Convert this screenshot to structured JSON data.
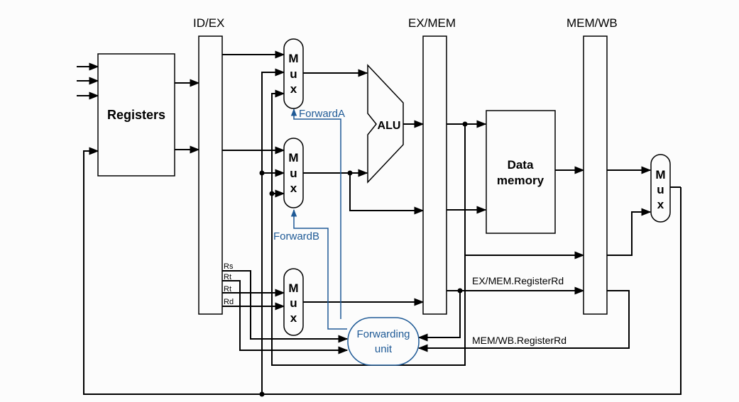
{
  "diagram": {
    "title": "Pipelined datapath with forwarding unit",
    "pipeline_registers": [
      {
        "id": "id-ex",
        "label": "ID/EX"
      },
      {
        "id": "ex-mem",
        "label": "EX/MEM"
      },
      {
        "id": "mem-wb",
        "label": "MEM/WB"
      }
    ],
    "components": {
      "registers": "Registers",
      "alu": "ALU",
      "data_memory_line1": "Data",
      "data_memory_line2": "memory",
      "forwarding_unit_line1": "Forwarding",
      "forwarding_unit_line2": "unit",
      "mux_letters": [
        "M",
        "u",
        "x"
      ]
    },
    "signals": {
      "forward_a": "ForwardA",
      "forward_b": "ForwardB",
      "ex_mem_register_rd": "EX/MEM.RegisterRd",
      "mem_wb_register_rd": "MEM/WB.RegisterRd",
      "rs": "Rs",
      "rt1": "Rt",
      "rt2": "Rt",
      "rd": "Rd"
    },
    "colors": {
      "wire": "#000000",
      "control": "#1f5a96",
      "background": "#fcfcfc"
    }
  }
}
